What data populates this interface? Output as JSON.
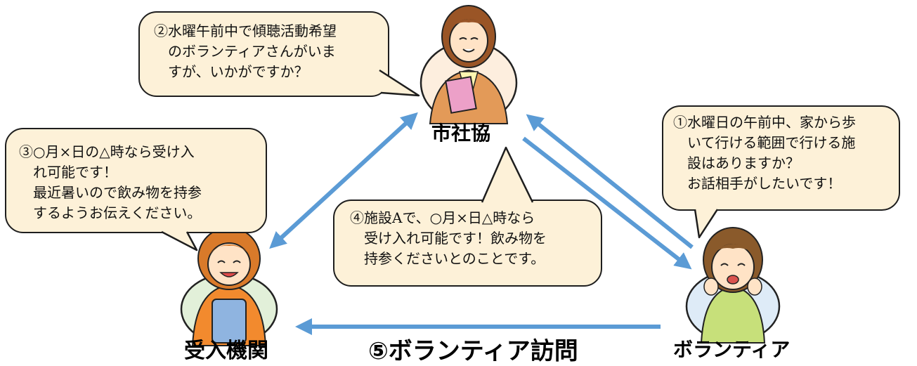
{
  "colors": {
    "arrow": "#5b9bd5",
    "bubble_fill": "#fdf1d8",
    "bubble_border": "#1e1e1e"
  },
  "nodes": {
    "council": {
      "label": "市社協"
    },
    "host": {
      "label": "受入機関"
    },
    "volunteer": {
      "label": "ボランティア"
    }
  },
  "bubbles": {
    "b1": {
      "lines": [
        "①水曜日の午前中、家から歩",
        "いて行ける範囲で行ける施",
        "設はありますか？",
        "お話相手がしたいです！"
      ]
    },
    "b2": {
      "lines": [
        "②水曜午前中で傾聴活動希望",
        "のボランティアさんがいま",
        "すが、いかがですか？"
      ]
    },
    "b3": {
      "lines": [
        "③○月×日の△時なら受け入",
        "れ可能です！",
        "最近暑いので飲み物を持参",
        "するようお伝えください。"
      ]
    },
    "b4": {
      "lines": [
        "④施設Aで、○月×日△時なら",
        "受け入れ可能です！飲み物を",
        "持参くださいとのことです。"
      ]
    }
  },
  "step5": {
    "label": "⑤ボランティア訪問"
  }
}
